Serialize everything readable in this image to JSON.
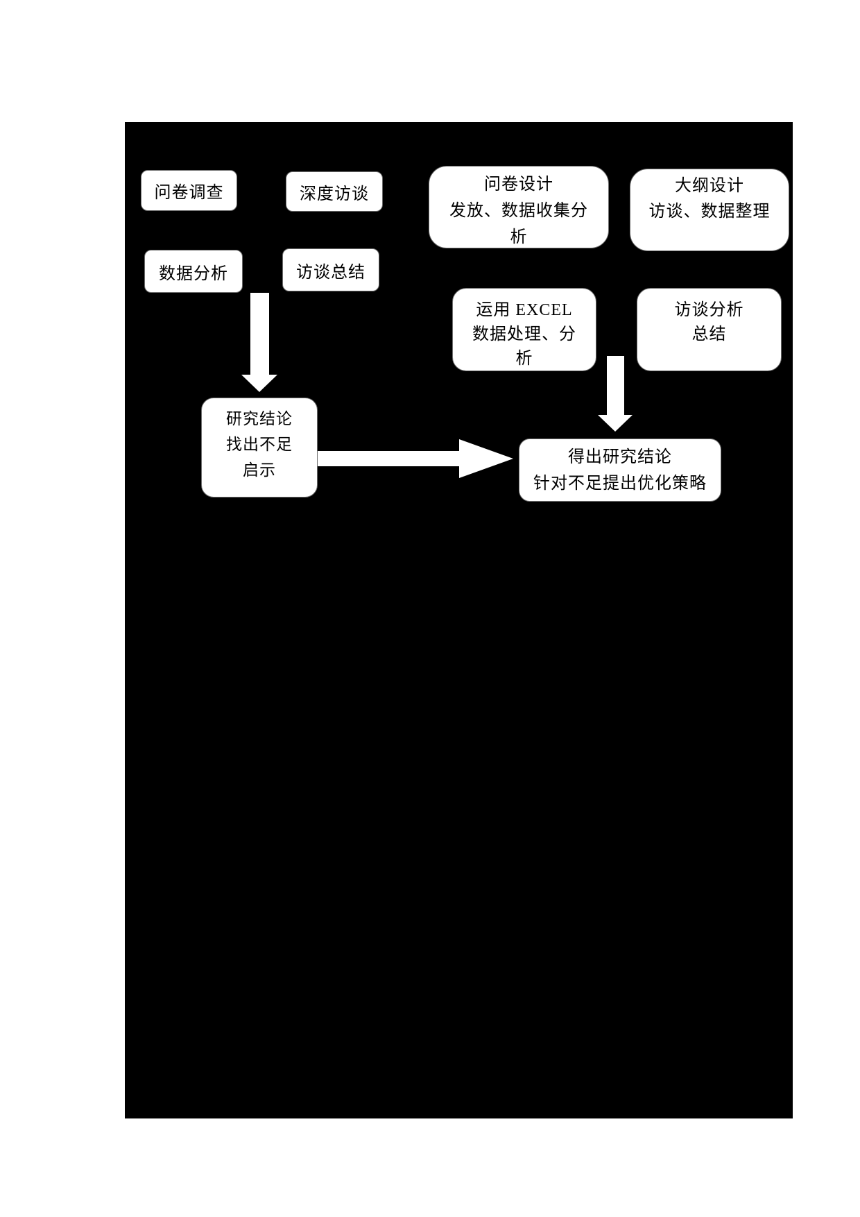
{
  "colors": {
    "page_background": "#ffffff",
    "canvas_background": "#000000",
    "box_fill": "#ffffff",
    "box_border": "#6e6e6e",
    "box_text": "#000000",
    "arrow": "#ffffff"
  },
  "flowchart": {
    "boxes": [
      {
        "id": "survey",
        "lines": [
          "问卷调查"
        ]
      },
      {
        "id": "depth-interview",
        "lines": [
          "深度访谈"
        ]
      },
      {
        "id": "questionnaire-design",
        "lines": [
          "问卷设计",
          "发放、数据收集分",
          "析"
        ]
      },
      {
        "id": "outline-design",
        "lines": [
          "大纲设计",
          "访谈、数据整理"
        ]
      },
      {
        "id": "data-analysis",
        "lines": [
          "数据分析"
        ]
      },
      {
        "id": "interview-summary",
        "lines": [
          "访谈总结"
        ]
      },
      {
        "id": "excel-processing",
        "lines": [
          "运用 EXCEL",
          "数据处理、分",
          "析"
        ]
      },
      {
        "id": "interview-analysis",
        "lines": [
          "访谈分析",
          "总结"
        ]
      },
      {
        "id": "research-conclusion",
        "lines": [
          "研究结论",
          "找出不足",
          "启示"
        ]
      },
      {
        "id": "final-conclusion",
        "lines": [
          "得出研究结论",
          "针对不足提出优化策略"
        ]
      }
    ],
    "connections": [
      {
        "from": "data-analysis",
        "to": "research-conclusion",
        "direction": "down"
      },
      {
        "from": "interview-analysis",
        "to": "final-conclusion",
        "direction": "down"
      },
      {
        "from": "research-conclusion",
        "to": "final-conclusion",
        "direction": "right"
      }
    ]
  }
}
